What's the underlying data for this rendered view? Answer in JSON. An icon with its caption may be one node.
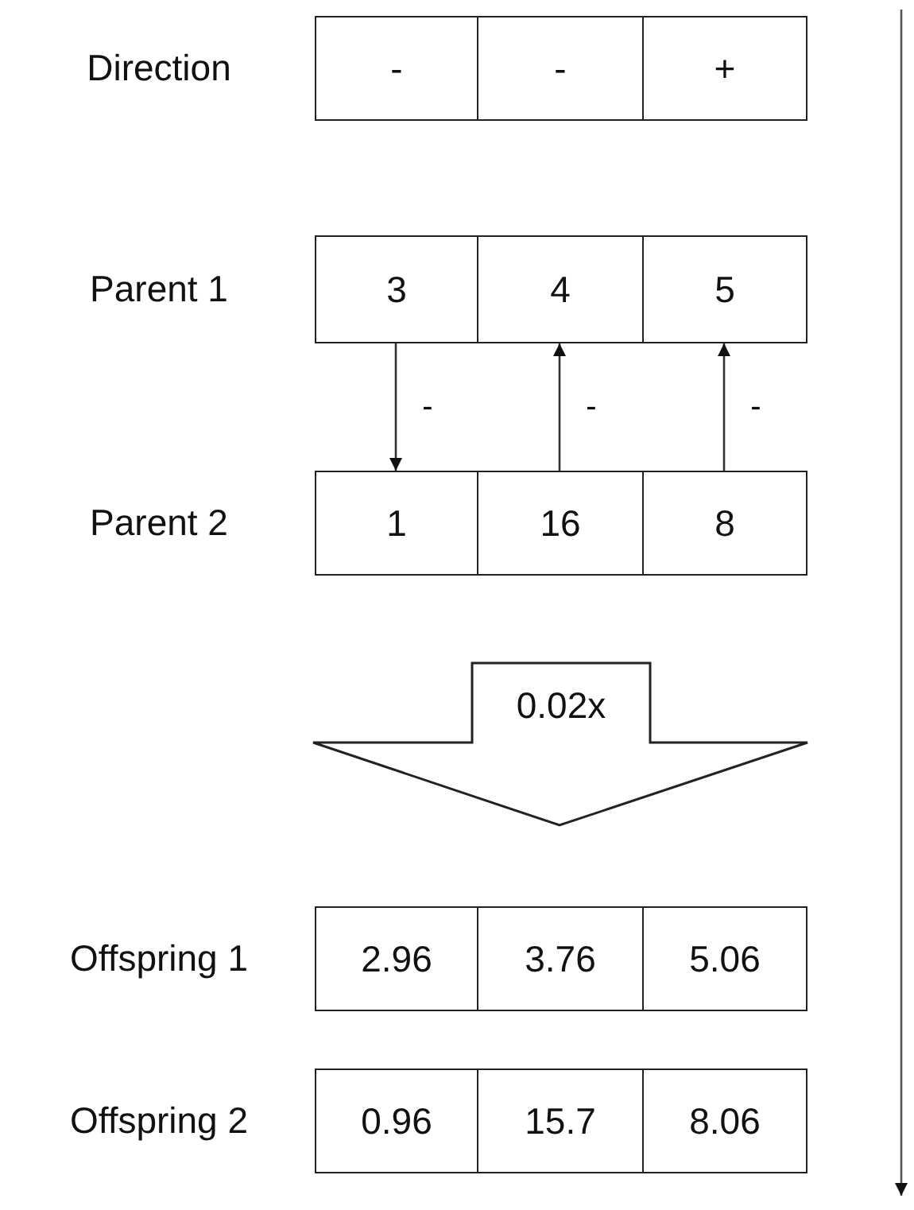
{
  "diagram": {
    "nodes": [
      {
        "text": [
          "-"
        ]
      },
      {
        "text": [
          "-"
        ]
      },
      {
        "text": [
          "+"
        ]
      },
      {
        "text": [
          "3"
        ]
      },
      {
        "text": [
          "4"
        ]
      },
      {
        "text": [
          "5"
        ]
      },
      {
        "text": [
          "1"
        ]
      },
      {
        "text": [
          "16"
        ]
      },
      {
        "text": [
          "8"
        ]
      },
      {
        "text": [
          "0.02x"
        ]
      },
      {
        "text": [
          "2.96"
        ]
      },
      {
        "text": [
          "3.76"
        ]
      },
      {
        "text": [
          "5.06"
        ]
      },
      {
        "text": [
          "0.96"
        ]
      },
      {
        "text": [
          "15.7"
        ]
      },
      {
        "text": [
          "8.06"
        ]
      }
    ],
    "edges": [
      {
        "from": 3,
        "to": 6,
        "arrow": "to",
        "label": "-"
      },
      {
        "from": 7,
        "to": 4,
        "arrow": "to",
        "label": "-"
      },
      {
        "from": 8,
        "to": 5,
        "arrow": "to",
        "label": "-"
      }
    ],
    "labels": [
      "Direction",
      "Parent 1",
      "Parent 2",
      "Offspring 1",
      "Offspring 2"
    ]
  }
}
